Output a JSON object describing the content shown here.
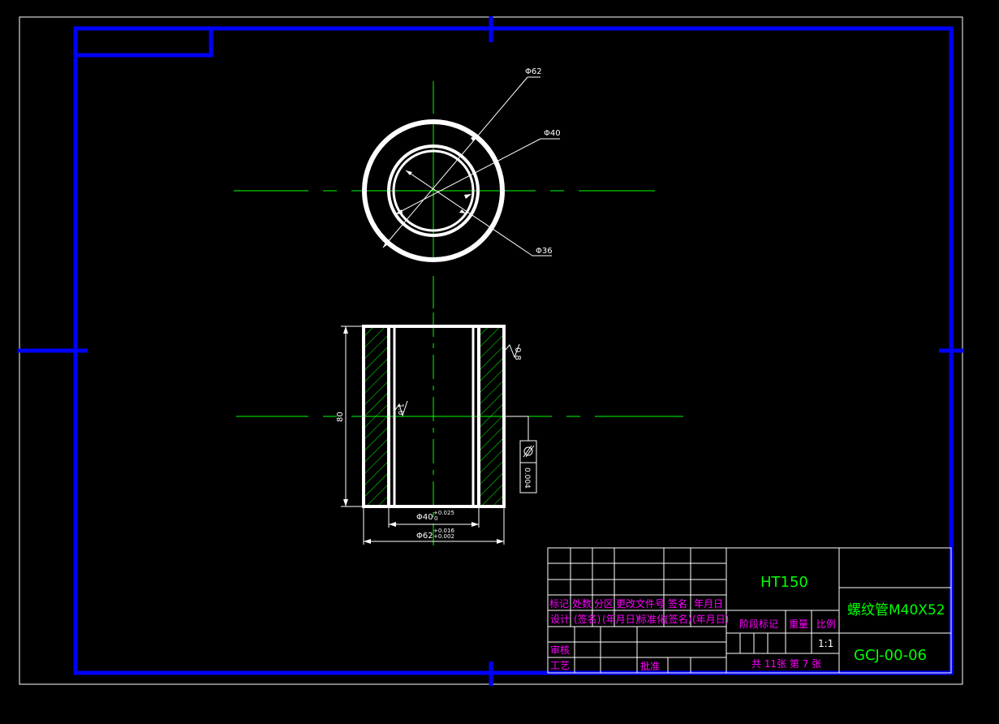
{
  "colors": {
    "background": "#000000",
    "frame": "#0000ff",
    "geometry": "#ffffff",
    "centerline": "#00ff00",
    "hatch": "#00ff00",
    "title_text": "#ff00ff"
  },
  "top_view": {
    "dim_outer": "Φ62",
    "dim_mid": "Φ40",
    "dim_inner": "Φ36"
  },
  "section_view": {
    "height": "80",
    "roughness_outer": "0.8",
    "roughness_inner": "1.6",
    "tolerance_value": "0.004",
    "bore_base": "Φ40",
    "bore_upper": "+0.025",
    "bore_lower": "0",
    "outer_base": "Φ62",
    "outer_upper": "+0.016",
    "outer_lower": "+0.002"
  },
  "title_block": {
    "material": "HT150",
    "part_name": "螺纹管M40X52",
    "drawing_no": "GCJ-00-06",
    "header_row": [
      "标记",
      "处数",
      "分区",
      "更改文件号",
      "签名",
      "年月日"
    ],
    "design_row": [
      "设计",
      "(签名)",
      "(年月日)",
      "标准化",
      "(签名)",
      "(年月日)"
    ],
    "review": "审核",
    "process": "工艺",
    "approve": "批准",
    "stage_label": "阶段标记",
    "weight_label": "重量",
    "scale_label": "比例",
    "scale_value": "1:1",
    "sheet_info": "共 11张 第 7 张"
  }
}
